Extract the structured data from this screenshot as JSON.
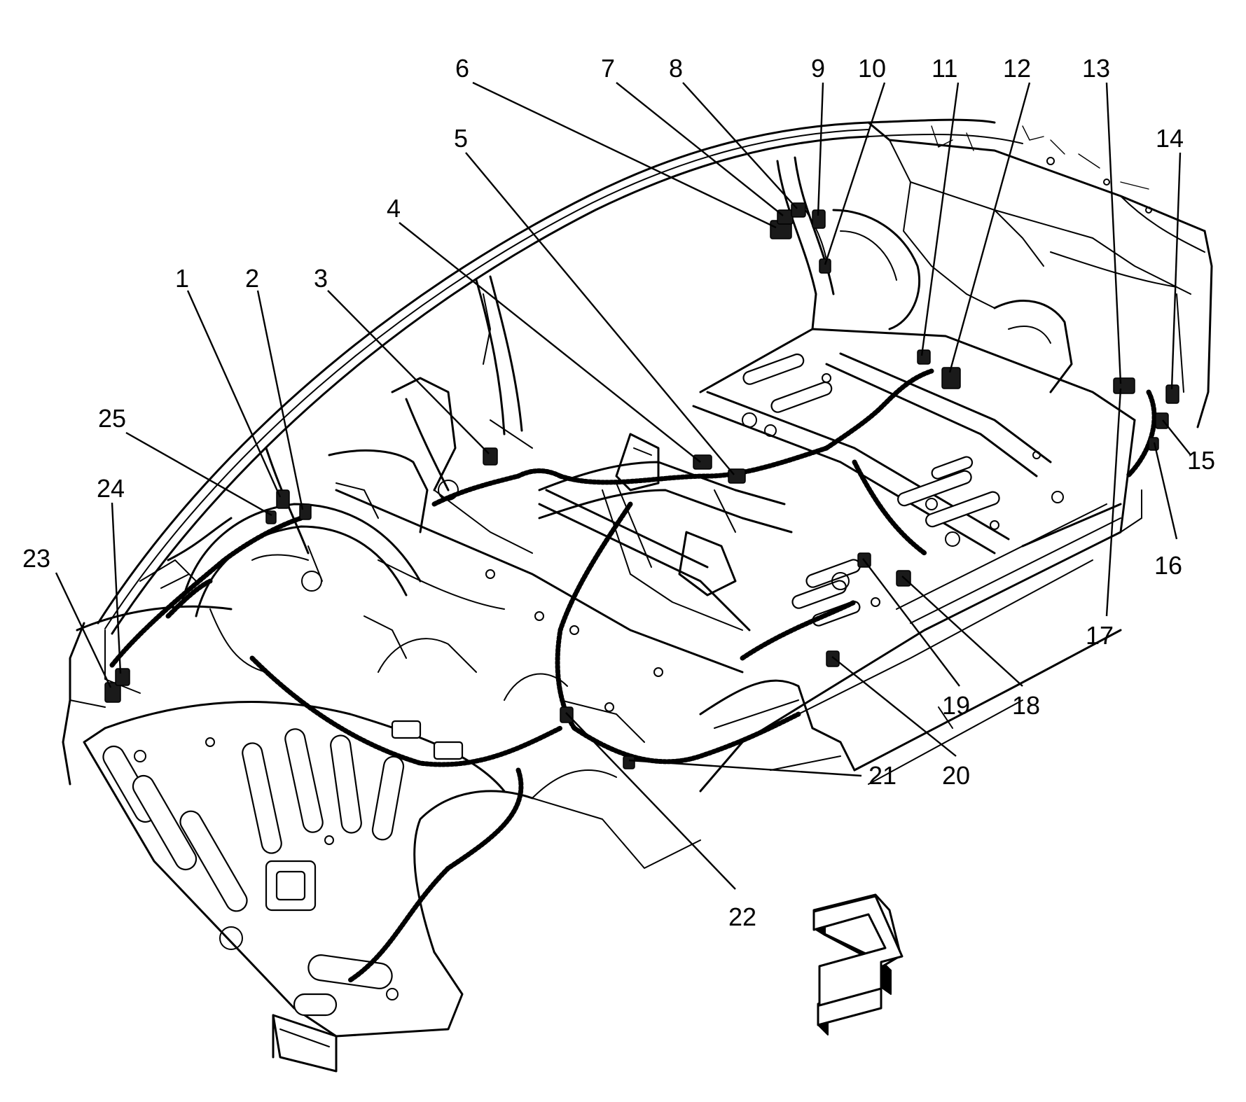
{
  "diagram": {
    "callouts": [
      {
        "label": "1"
      },
      {
        "label": "2"
      },
      {
        "label": "3"
      },
      {
        "label": "4"
      },
      {
        "label": "5"
      },
      {
        "label": "6"
      },
      {
        "label": "7"
      },
      {
        "label": "8"
      },
      {
        "label": "9"
      },
      {
        "label": "10"
      },
      {
        "label": "11"
      },
      {
        "label": "12"
      },
      {
        "label": "13"
      },
      {
        "label": "14"
      },
      {
        "label": "15"
      },
      {
        "label": "16"
      },
      {
        "label": "17"
      },
      {
        "label": "18"
      },
      {
        "label": "19"
      },
      {
        "label": "20"
      },
      {
        "label": "21"
      },
      {
        "label": "22"
      },
      {
        "label": "23"
      },
      {
        "label": "24"
      },
      {
        "label": "25"
      }
    ],
    "orientation_arrow": {
      "icon": "forward-direction-arrow-icon"
    }
  }
}
